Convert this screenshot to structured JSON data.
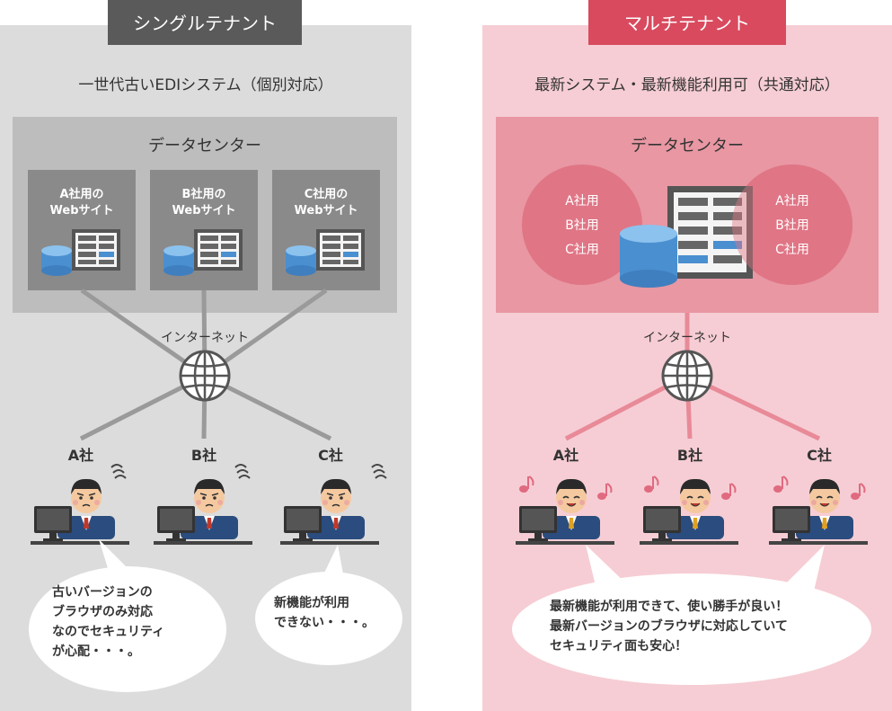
{
  "single": {
    "header": "シングルテナント",
    "subtitle": "一世代古いEDIシステム（個別対応）",
    "datacenter": "データセンター",
    "sites": [
      {
        "line1": "A社用の",
        "line2": "Webサイト"
      },
      {
        "line1": "B社用の",
        "line2": "Webサイト"
      },
      {
        "line1": "C社用の",
        "line2": "Webサイト"
      }
    ],
    "internet": "インターネット",
    "companies": [
      "A社",
      "B社",
      "C社"
    ],
    "bubble1": [
      "古いバージョンの",
      "ブラウザのみ対応",
      "なのでセキュリティ",
      "が心配・・・。"
    ],
    "bubble2": [
      "新機能が利用",
      "できない・・・。"
    ]
  },
  "multi": {
    "header": "マルチテナント",
    "subtitle": "最新システム・最新機能利用可（共通対応）",
    "datacenter": "データセンター",
    "left_list": [
      "A社用",
      "B社用",
      "C社用"
    ],
    "right_list": [
      "A社用",
      "B社用",
      "C社用"
    ],
    "internet": "インターネット",
    "companies": [
      "A社",
      "B社",
      "C社"
    ],
    "bubble": [
      "最新機能が利用できて、使い勝手が良い！",
      "最新バージョンのブラウザに対応していて",
      "セキュリティ面も安心！"
    ]
  },
  "colors": {
    "single_bg": "#dcdcdc",
    "single_header": "#5a5a5a",
    "multi_bg": "#f6cdd4",
    "multi_header": "#d94a5e",
    "accent_pink": "#e88a98"
  },
  "icons": [
    "globe-icon",
    "server-icon",
    "database-icon",
    "music-note-icon",
    "worry-icon"
  ]
}
